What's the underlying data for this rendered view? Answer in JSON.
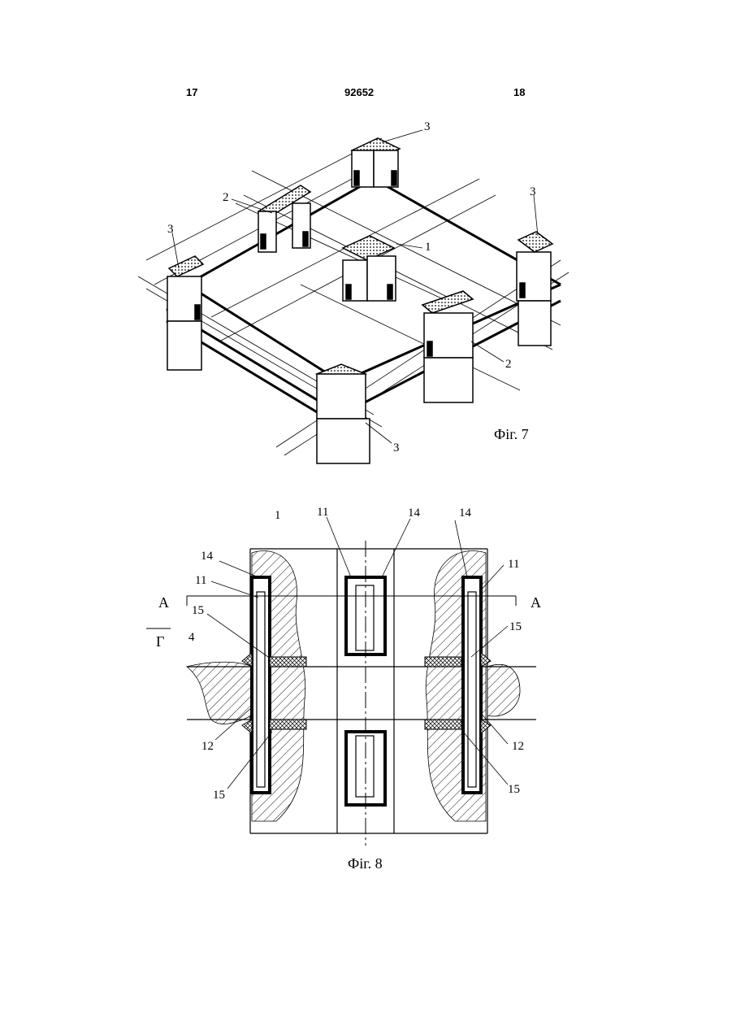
{
  "header": {
    "page_left": "17",
    "patent_number": "92652",
    "page_right": "18"
  },
  "figure7": {
    "caption": "Фіг. 7",
    "labels": {
      "top": "3",
      "cross_left": "2",
      "center": "1",
      "right": "3",
      "left": "3",
      "cross_right": "2",
      "bottom": "3"
    }
  },
  "figure8": {
    "caption": "Фіг. 8",
    "labels": {
      "n1": "1",
      "n11_top": "11",
      "n14_center": "14",
      "n14_right": "14",
      "n14_left": "14",
      "n11_left": "11",
      "n11_right": "11",
      "sectionA_left": "A",
      "sectionA_right": "A",
      "n15_left_top": "15",
      "n15_right_top": "15",
      "arrow_G": "Г",
      "n4": "4",
      "n12_left": "12",
      "n12_right": "12",
      "n15_left_bottom": "15",
      "n15_right_bottom": "15"
    }
  }
}
